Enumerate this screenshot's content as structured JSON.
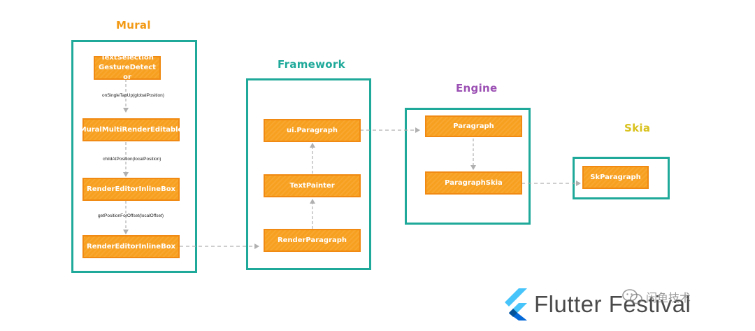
{
  "groups": {
    "mural": {
      "title": "Mural",
      "color": "#f29a16"
    },
    "framework": {
      "title": "Framework",
      "color": "#1fa99a"
    },
    "engine": {
      "title": "Engine",
      "color": "#9b4fb3"
    },
    "skia": {
      "title": "Skia",
      "color": "#d9c21f"
    }
  },
  "nodes": {
    "text_selection": "TextSelectionGestureDetector",
    "mural_multi": "MuralMultiRenderEditable",
    "render_inline_1": "RenderEditorInlineBox",
    "render_inline_2": "RenderEditorInlineBox",
    "ui_paragraph": "ui.Paragraph",
    "text_painter": "TextPainter",
    "render_paragraph": "RenderParagraph",
    "paragraph": "Paragraph",
    "paragraph_skia": "ParagraphSkia",
    "sk_paragraph": "SkParagraph"
  },
  "edge_labels": {
    "on_single_tap": "onSingleTapUp(globalPosition)",
    "child_at_position": "childAtPosition(localPosition)",
    "get_position_for_offset": "getPositionForOffset(localOffset)"
  },
  "footer": {
    "brand": "Flutter Festival",
    "watermark": "闲鱼技术"
  },
  "colors": {
    "panel_border": "#1fa99a",
    "node_fill": "#f7a020",
    "arrow": "#b0b0b0",
    "flutter_light": "#47c5fb",
    "flutter_dark": "#0468d7"
  }
}
